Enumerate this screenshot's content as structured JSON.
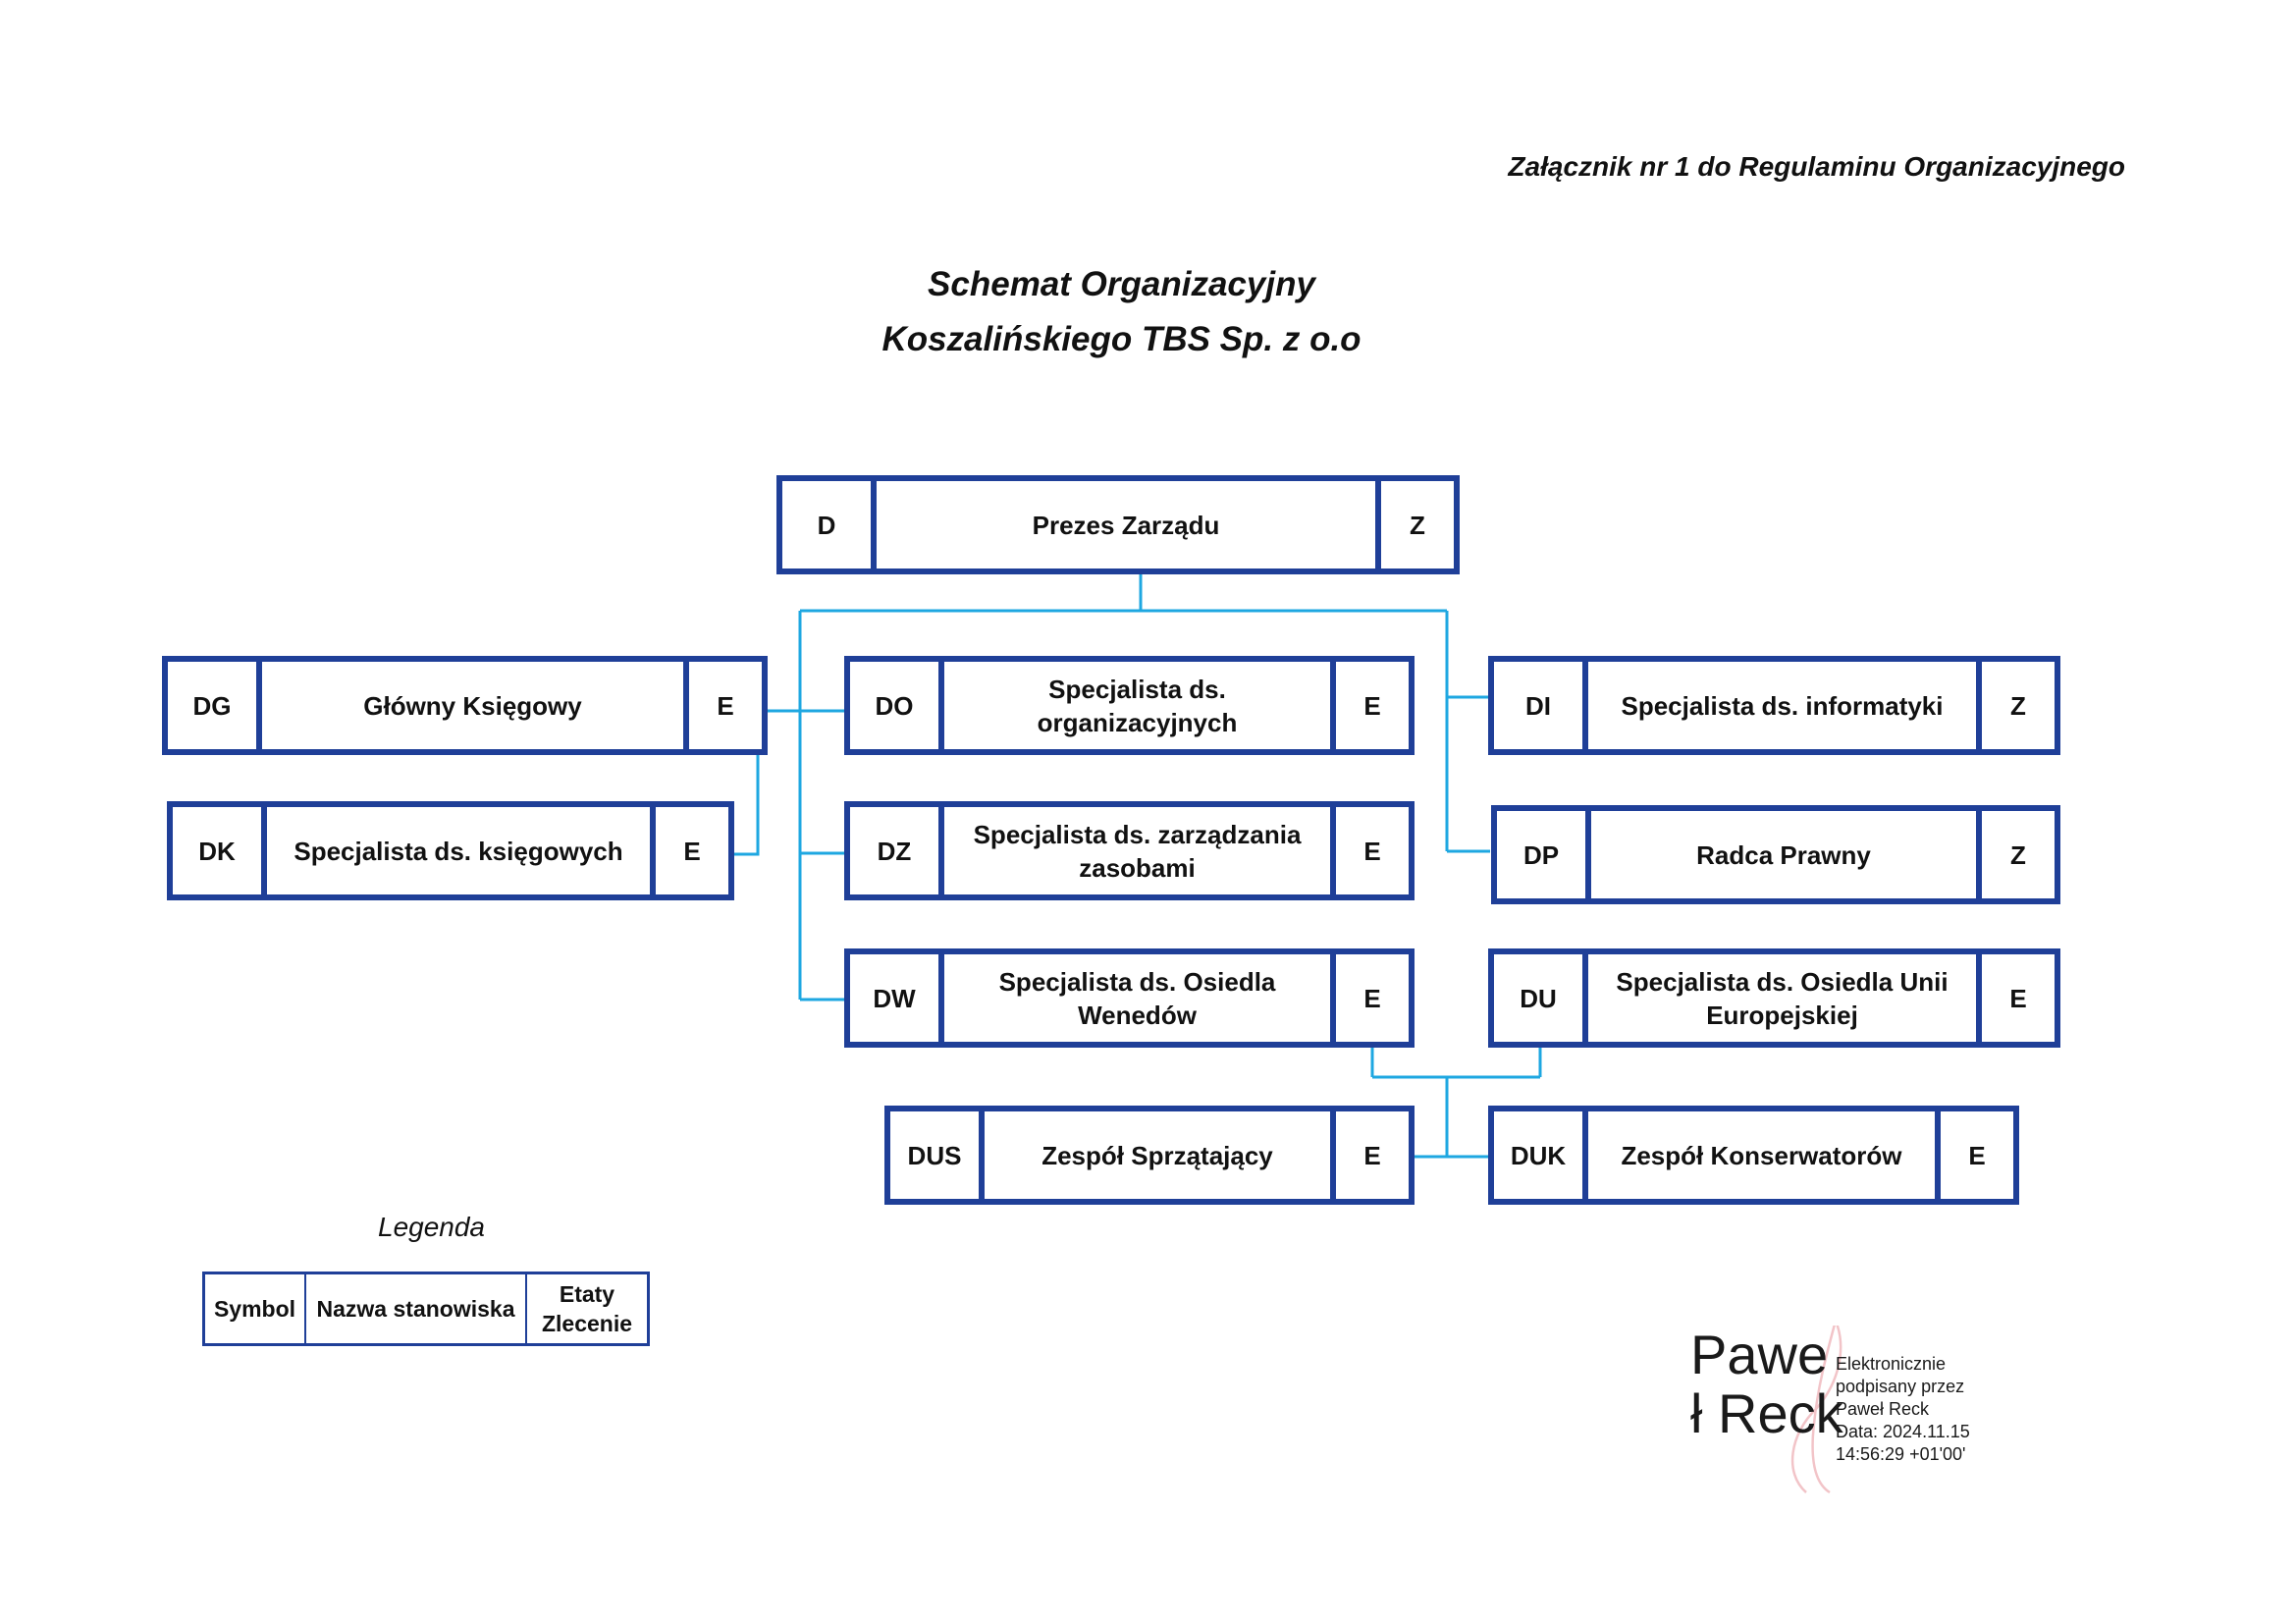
{
  "header": {
    "attachment": "Załącznik nr 1 do Regulaminu Organizacyjnego",
    "title_line1": "Schemat Organizacyjny",
    "title_line2": "Koszalińskiego TBS Sp. z o.o"
  },
  "positions": {
    "prezes": {
      "symbol": "D",
      "name": "Prezes Zarządu",
      "type": "Z"
    },
    "glowny_ksiegowy": {
      "symbol": "DG",
      "name": "Główny Księgowy",
      "type": "E"
    },
    "spec_ksiegowych": {
      "symbol": "DK",
      "name": "Specjalista ds. księgowych",
      "type": "E"
    },
    "spec_organizacyjnych": {
      "symbol": "DO",
      "name": "Specjalista ds. organizacyjnych",
      "type": "E"
    },
    "spec_zasobami": {
      "symbol": "DZ",
      "name": "Specjalista ds. zarządzania zasobami",
      "type": "E"
    },
    "spec_wenedow": {
      "symbol": "DW",
      "name": "Specjalista ds. Osiedla Wenedów",
      "type": "E"
    },
    "spec_informatyki": {
      "symbol": "DI",
      "name": "Specjalista ds. informatyki",
      "type": "Z"
    },
    "radca_prawny": {
      "symbol": "DP",
      "name": "Radca Prawny",
      "type": "Z"
    },
    "spec_unii": {
      "symbol": "DU",
      "name": "Specjalista ds. Osiedla Unii Europejskiej",
      "type": "E"
    },
    "zespol_sprzatajacy": {
      "symbol": "DUS",
      "name": "Zespół Sprzątający",
      "type": "E"
    },
    "zespol_konserwatorow": {
      "symbol": "DUK",
      "name": "Zespół Konserwatorów",
      "type": "E"
    }
  },
  "legend": {
    "title": "Legenda",
    "symbol": "Symbol",
    "name": "Nazwa stanowiska",
    "type_line1": "Etaty",
    "type_line2": "Zlecenie"
  },
  "signature": {
    "name_line1": "Pawe",
    "name_line2": "ł Reck",
    "text": [
      "Elektronicznie",
      "podpisany przez",
      "Paweł Reck",
      "Data: 2024.11.15",
      "14:56:29 +01'00'"
    ]
  },
  "colors": {
    "box_border": "#1f3f98",
    "connector": "#1ea7e1",
    "signature_flourish": "#f2c4c8"
  }
}
